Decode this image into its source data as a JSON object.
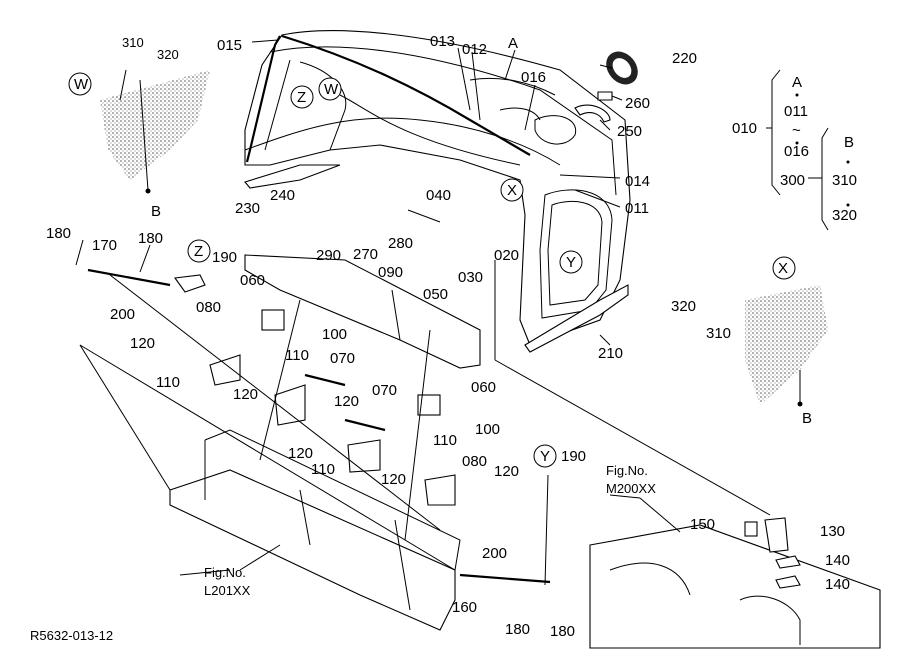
{
  "callouts": [
    {
      "id": "c015",
      "text": "015"
    },
    {
      "id": "c013",
      "text": "013"
    },
    {
      "id": "c012",
      "text": "012"
    },
    {
      "id": "cA",
      "text": "A"
    },
    {
      "id": "c220",
      "text": "220"
    },
    {
      "id": "c016",
      "text": "016"
    },
    {
      "id": "c260",
      "text": "260"
    },
    {
      "id": "c250",
      "text": "250"
    },
    {
      "id": "c014",
      "text": "014"
    },
    {
      "id": "c011",
      "text": "011"
    },
    {
      "id": "c310a",
      "text": "310"
    },
    {
      "id": "c320a",
      "text": "320"
    },
    {
      "id": "c240",
      "text": "240"
    },
    {
      "id": "c230",
      "text": "230"
    },
    {
      "id": "c040",
      "text": "040"
    },
    {
      "id": "c290",
      "text": "290"
    },
    {
      "id": "c270",
      "text": "270"
    },
    {
      "id": "c280",
      "text": "280"
    },
    {
      "id": "c020",
      "text": "020"
    },
    {
      "id": "c030",
      "text": "030"
    },
    {
      "id": "c050",
      "text": "050"
    },
    {
      "id": "c180a",
      "text": "180"
    },
    {
      "id": "c170",
      "text": "170"
    },
    {
      "id": "c180b",
      "text": "180"
    },
    {
      "id": "c190a",
      "text": "190"
    },
    {
      "id": "c060a",
      "text": "060"
    },
    {
      "id": "c090",
      "text": "090"
    },
    {
      "id": "c200a",
      "text": "200"
    },
    {
      "id": "c080a",
      "text": "080"
    },
    {
      "id": "c100a",
      "text": "100"
    },
    {
      "id": "c120a",
      "text": "120"
    },
    {
      "id": "c110a",
      "text": "110"
    },
    {
      "id": "c110b",
      "text": "110"
    },
    {
      "id": "c070a",
      "text": "070"
    },
    {
      "id": "c120b",
      "text": "120"
    },
    {
      "id": "c120c",
      "text": "120"
    },
    {
      "id": "c070b",
      "text": "070"
    },
    {
      "id": "c060b",
      "text": "060"
    },
    {
      "id": "c100b",
      "text": "100"
    },
    {
      "id": "c110c",
      "text": "110"
    },
    {
      "id": "c120d",
      "text": "120"
    },
    {
      "id": "c110d",
      "text": "110"
    },
    {
      "id": "c080b",
      "text": "080"
    },
    {
      "id": "c120e",
      "text": "120"
    },
    {
      "id": "c120f",
      "text": "120"
    },
    {
      "id": "c190b",
      "text": "190"
    },
    {
      "id": "c200b",
      "text": "200"
    },
    {
      "id": "c160",
      "text": "160"
    },
    {
      "id": "c180c",
      "text": "180"
    },
    {
      "id": "c180d",
      "text": "180"
    },
    {
      "id": "c210",
      "text": "210"
    },
    {
      "id": "c320b",
      "text": "320"
    },
    {
      "id": "c310b",
      "text": "310"
    },
    {
      "id": "c150",
      "text": "150"
    },
    {
      "id": "c130",
      "text": "130"
    },
    {
      "id": "c140a",
      "text": "140"
    },
    {
      "id": "c140b",
      "text": "140"
    },
    {
      "id": "cB1",
      "text": "B"
    },
    {
      "id": "cB2",
      "text": "B"
    }
  ],
  "circles": [
    {
      "id": "W1",
      "text": "W"
    },
    {
      "id": "Z1",
      "text": "Z"
    },
    {
      "id": "W2",
      "text": "W"
    },
    {
      "id": "X1",
      "text": "X"
    },
    {
      "id": "Y1",
      "text": "Y"
    },
    {
      "id": "Z2",
      "text": "Z"
    },
    {
      "id": "Y2",
      "text": "Y"
    },
    {
      "id": "X2",
      "text": "X"
    }
  ],
  "legend": {
    "a": "A",
    "b011": "011",
    "tilde": "~",
    "b016": "016",
    "b010": "010",
    "b300": "300",
    "bB": "B",
    "b310": "310",
    "b320": "320"
  },
  "refs": {
    "m200_fig": "Fig.No.",
    "m200_code": "M200XX",
    "l201_fig": "Fig.No.",
    "l201_code": "L201XX"
  },
  "drawing_id": "R5632-013-12"
}
